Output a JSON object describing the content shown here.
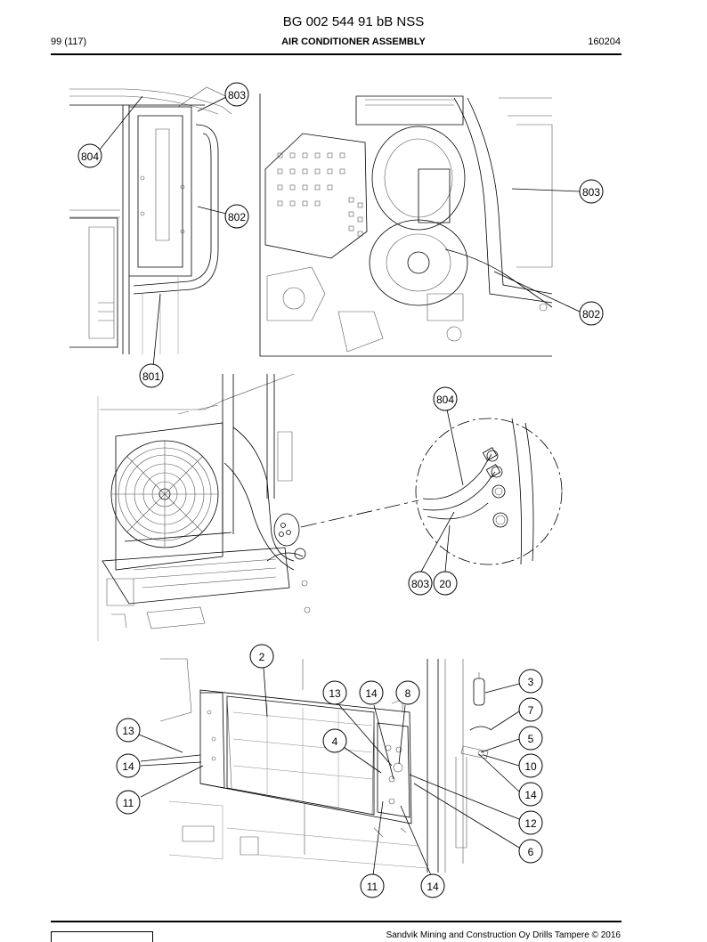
{
  "header": {
    "doc_number": "BG 002 544 91 bB NSS",
    "page": "99 (117)",
    "title": "AIR CONDITIONER ASSEMBLY",
    "date": "160204"
  },
  "footer": {
    "copyright": "Sandvik Mining and Construction Oy Drills Tampere © 2016"
  },
  "callouts": {
    "c803a": "803",
    "c804a": "804",
    "c802a": "802",
    "c801": "801",
    "c803b": "803",
    "c802b": "802",
    "c804c": "804",
    "c803c": "803",
    "c20": "20",
    "c2": "2",
    "c13a": "13",
    "c14a": "14",
    "c8": "8",
    "c3": "3",
    "c7": "7",
    "c13b": "13",
    "c4": "4",
    "c5": "5",
    "c14b": "14",
    "c10": "10",
    "c11a": "11",
    "c14c": "14",
    "c12": "12",
    "c6": "6",
    "c11b": "11",
    "c14d": "14"
  }
}
